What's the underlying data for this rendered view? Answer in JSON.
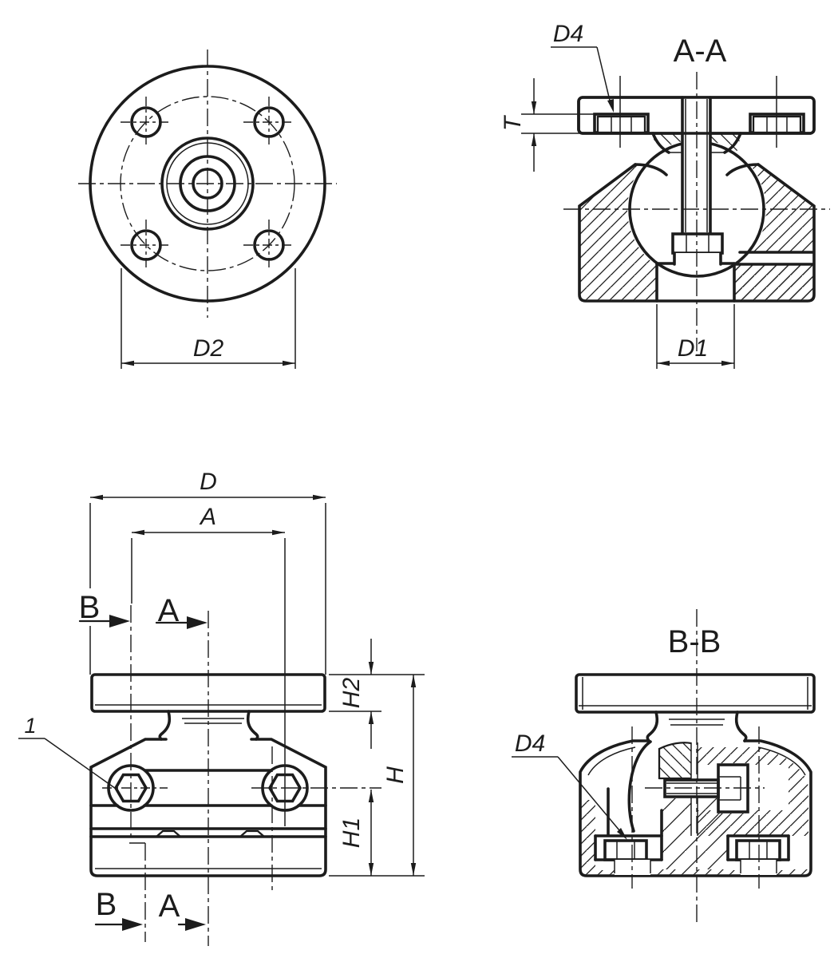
{
  "theme": {
    "background": "#ffffff",
    "ink": "#1c1c1c"
  },
  "views": {
    "top_view": {
      "dim_d2": "D2"
    },
    "section_a": {
      "title": "A-A",
      "leader_d4": "D4",
      "dim_t": "T",
      "dim_d1": "D1"
    },
    "front_view": {
      "dim_d": "D",
      "dim_a": "A",
      "dim_h2": "H2",
      "dim_h": "H",
      "dim_h1": "H1",
      "item_1": "1",
      "cut_b_top": "B",
      "cut_a_top": "A",
      "cut_b_bottom": "B",
      "cut_a_bottom": "A"
    },
    "section_b": {
      "title": "B-B",
      "leader_d4": "D4"
    }
  }
}
